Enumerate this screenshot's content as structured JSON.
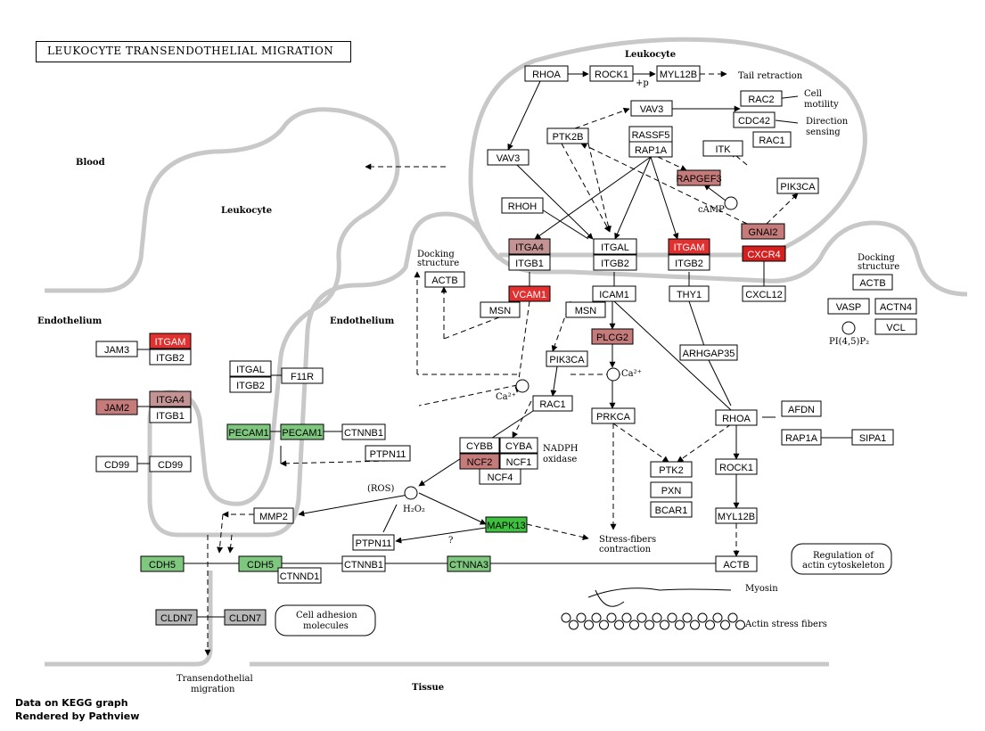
{
  "title": "LEUKOCYTE TRANSENDOTHELIAL MIGRATION",
  "footer": {
    "line1": "Data on KEGG graph",
    "line2": "Rendered by Pathview"
  },
  "colors": {
    "red": "#e03030",
    "darkred": "#d51f1f",
    "salmon": "#c67b7b",
    "pink": "#c49494",
    "green": "#7fc77f",
    "brightgreen": "#3fc13f",
    "gray": "#b8b8b8",
    "white": "#ffffff",
    "membrane": "#c8c8c8"
  },
  "nodes": [
    {
      "id": "RHOA_top",
      "label": "RHOA",
      "color": "white"
    },
    {
      "id": "ROCK1_top",
      "label": "ROCK1",
      "color": "white"
    },
    {
      "id": "MYL12B_top",
      "label": "MYL12B",
      "color": "white"
    },
    {
      "id": "VAV3_a",
      "label": "VAV3",
      "color": "white"
    },
    {
      "id": "RAC2",
      "label": "RAC2",
      "color": "white"
    },
    {
      "id": "CDC42",
      "label": "CDC42",
      "color": "white"
    },
    {
      "id": "RAC1_top",
      "label": "RAC1",
      "color": "white"
    },
    {
      "id": "PTK2B",
      "label": "PTK2B",
      "color": "white"
    },
    {
      "id": "RASSF5",
      "label": "RASSF5",
      "color": "white"
    },
    {
      "id": "RAP1A_top",
      "label": "RAP1A",
      "color": "white"
    },
    {
      "id": "ITK",
      "label": "ITK",
      "color": "white"
    },
    {
      "id": "VAV3_b",
      "label": "VAV3",
      "color": "white"
    },
    {
      "id": "RAPGEF3",
      "label": "RAPGEF3",
      "color": "salmon"
    },
    {
      "id": "PIK3CA_top",
      "label": "PIK3CA",
      "color": "white"
    },
    {
      "id": "RHOH",
      "label": "RHOH",
      "color": "white"
    },
    {
      "id": "GNAI2",
      "label": "GNAI2",
      "color": "salmon"
    },
    {
      "id": "ITGA4_r",
      "label": "ITGA4",
      "color": "pink"
    },
    {
      "id": "ITGB1_r",
      "label": "ITGB1",
      "color": "white"
    },
    {
      "id": "ITGAL_r",
      "label": "ITGAL",
      "color": "white"
    },
    {
      "id": "ITGB2_r",
      "label": "ITGB2",
      "color": "white"
    },
    {
      "id": "ITGAM_r",
      "label": "ITGAM",
      "color": "red"
    },
    {
      "id": "ITGB2_r2",
      "label": "ITGB2",
      "color": "white"
    },
    {
      "id": "CXCR4",
      "label": "CXCR4",
      "color": "darkred"
    },
    {
      "id": "ACTB_m",
      "label": "ACTB",
      "color": "white"
    },
    {
      "id": "VCAM1",
      "label": "VCAM1",
      "color": "red"
    },
    {
      "id": "ICAM1",
      "label": "ICAM1",
      "color": "white"
    },
    {
      "id": "THY1",
      "label": "THY1",
      "color": "white"
    },
    {
      "id": "CXCL12",
      "label": "CXCL12",
      "color": "white"
    },
    {
      "id": "ACTB_r",
      "label": "ACTB",
      "color": "white"
    },
    {
      "id": "VASP",
      "label": "VASP",
      "color": "white"
    },
    {
      "id": "ACTN4",
      "label": "ACTN4",
      "color": "white"
    },
    {
      "id": "VCL",
      "label": "VCL",
      "color": "white"
    },
    {
      "id": "MSN_a",
      "label": "MSN",
      "color": "white"
    },
    {
      "id": "MSN_b",
      "label": "MSN",
      "color": "white"
    },
    {
      "id": "PLCG2",
      "label": "PLCG2",
      "color": "salmon"
    },
    {
      "id": "PIK3CA_m",
      "label": "PIK3CA",
      "color": "white"
    },
    {
      "id": "ARHGAP35",
      "label": "ARHGAP35",
      "color": "white"
    },
    {
      "id": "RAC1_m",
      "label": "RAC1",
      "color": "white"
    },
    {
      "id": "PRKCA",
      "label": "PRKCA",
      "color": "white"
    },
    {
      "id": "RHOA_m",
      "label": "RHOA",
      "color": "white"
    },
    {
      "id": "AFDN",
      "label": "AFDN",
      "color": "white"
    },
    {
      "id": "RAP1A_m",
      "label": "RAP1A",
      "color": "white"
    },
    {
      "id": "SIPA1",
      "label": "SIPA1",
      "color": "white"
    },
    {
      "id": "CYBB",
      "label": "CYBB",
      "color": "white"
    },
    {
      "id": "CYBA",
      "label": "CYBA",
      "color": "white"
    },
    {
      "id": "NCF2",
      "label": "NCF2",
      "color": "salmon"
    },
    {
      "id": "NCF1",
      "label": "NCF1",
      "color": "white"
    },
    {
      "id": "NCF4",
      "label": "NCF4",
      "color": "white"
    },
    {
      "id": "PTK2",
      "label": "PTK2",
      "color": "white"
    },
    {
      "id": "PXN",
      "label": "PXN",
      "color": "white"
    },
    {
      "id": "BCAR1",
      "label": "BCAR1",
      "color": "white"
    },
    {
      "id": "ROCK1_m",
      "label": "ROCK1",
      "color": "white"
    },
    {
      "id": "MYL12B_m",
      "label": "MYL12B",
      "color": "white"
    },
    {
      "id": "ACTB_b",
      "label": "ACTB",
      "color": "white"
    },
    {
      "id": "MAPK13",
      "label": "MAPK13",
      "color": "brightgreen"
    },
    {
      "id": "PTPN11_a",
      "label": "PTPN11",
      "color": "white"
    },
    {
      "id": "PTPN11_b",
      "label": "PTPN11",
      "color": "white"
    },
    {
      "id": "MMP2",
      "label": "MMP2",
      "color": "white"
    },
    {
      "id": "CDH5_a",
      "label": "CDH5",
      "color": "green"
    },
    {
      "id": "CDH5_b",
      "label": "CDH5",
      "color": "green"
    },
    {
      "id": "CTNND1",
      "label": "CTNND1",
      "color": "white"
    },
    {
      "id": "CTNNB1_b",
      "label": "CTNNB1",
      "color": "white"
    },
    {
      "id": "CTNNA3",
      "label": "CTNNA3",
      "color": "green"
    },
    {
      "id": "CLDN7_a",
      "label": "CLDN7",
      "color": "gray"
    },
    {
      "id": "CLDN7_b",
      "label": "CLDN7",
      "color": "gray"
    },
    {
      "id": "JAM3",
      "label": "JAM3",
      "color": "white"
    },
    {
      "id": "ITGAM_l",
      "label": "ITGAM",
      "color": "red"
    },
    {
      "id": "ITGB2_l",
      "label": "ITGB2",
      "color": "white"
    },
    {
      "id": "JAM2",
      "label": "JAM2",
      "color": "salmon"
    },
    {
      "id": "ITGA4_l",
      "label": "ITGA4",
      "color": "pink"
    },
    {
      "id": "ITGB1_l",
      "label": "ITGB1",
      "color": "white"
    },
    {
      "id": "ITGAL_l",
      "label": "ITGAL",
      "color": "white"
    },
    {
      "id": "ITGB2_l2",
      "label": "ITGB2",
      "color": "white"
    },
    {
      "id": "F11R",
      "label": "F11R",
      "color": "white"
    },
    {
      "id": "PECAM1_a",
      "label": "PECAM1",
      "color": "green"
    },
    {
      "id": "PECAM1_b",
      "label": "PECAM1",
      "color": "green"
    },
    {
      "id": "CTNNB1_a",
      "label": "CTNNB1",
      "color": "white"
    },
    {
      "id": "CD99_a",
      "label": "CD99",
      "color": "white"
    },
    {
      "id": "CD99_b",
      "label": "CD99",
      "color": "white"
    }
  ],
  "labels": {
    "blood": "Blood",
    "leukocyte_left": "Leukocyte",
    "leukocyte_top": "Leukocyte",
    "endothelium_left": "Endothelium",
    "endothelium_mid": "Endothelium",
    "tissue": "Tissue",
    "tail": "Tail retraction",
    "cell_motility_1": "Cell",
    "cell_motility_2": "motility",
    "direction_1": "Direction",
    "direction_2": "sensing",
    "docking_l1": "Docking",
    "docking_l2": "structure",
    "docking_r1": "Docking",
    "docking_r2": "structure",
    "camp": "cAMP",
    "pip2": "PI(4,5)P₂",
    "ca_a": "Ca²⁺",
    "ca_b": "Ca²⁺",
    "nadph_1": "NADPH",
    "nadph_2": "oxidase",
    "ros": "(ROS)",
    "h2o2": "H₂O₂",
    "stress_1": "Stress-fibers",
    "stress_2": "contraction",
    "reg_1": "Regulation of",
    "reg_2": "actin cytoskeleton",
    "myosin": "Myosin",
    "actin_fibers": "Actin stress fibers",
    "cam_1": "Cell adhesion",
    "cam_2": "molecules",
    "transmig_1": "Transendothelial",
    "transmig_2": "migration",
    "plus_p": "+p",
    "q": "?"
  }
}
